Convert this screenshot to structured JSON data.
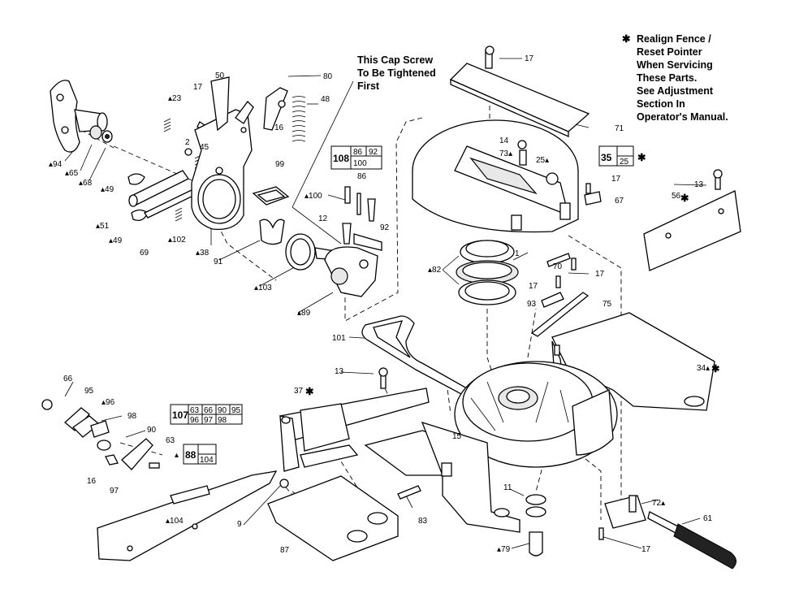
{
  "notes": {
    "asterisk": "✱",
    "realign": [
      "Realign Fence /",
      "Reset Pointer",
      "When Servicing",
      "These Parts.",
      "See Adjustment",
      "Section In",
      "Operator's Manual."
    ],
    "cap_screw": [
      "This Cap Screw",
      "To Be Tightened",
      "First"
    ]
  },
  "labels": {
    "p94": "▴94",
    "p65": "▴65",
    "p68": "▴68",
    "p49a": "▴49",
    "p51": "▴51",
    "p49b": "▴49",
    "p69": "69",
    "p102": "▴102",
    "p38": "▴38",
    "p23": "▴23",
    "p17a": "17",
    "p2": "2",
    "p45": "45",
    "p50": "50",
    "p80": "80",
    "p16a": "16",
    "p48": "48",
    "p99": "99",
    "p91": "91",
    "p103": "▴103",
    "p89": "▴89",
    "p100": "▴100",
    "p86": "86",
    "p12": "12",
    "p92": "92",
    "p17b": "17",
    "p71": "71",
    "p14": "14",
    "p73": "73▴",
    "p25": "25▴",
    "p17c": "17",
    "p67": "67",
    "p13a": "13",
    "p56": "56",
    "p1": "1",
    "p82": "▴82",
    "p70": "70",
    "p17d": "17",
    "p17e": "17",
    "p93": "93",
    "p75": "75",
    "p101": "101",
    "p13b": "13",
    "p34": "34▴",
    "p37": "37",
    "p66": "66",
    "p95": "95",
    "p96": "▴96",
    "p98": "98",
    "p90": "90",
    "p63": "63",
    "p16b": "16",
    "p97": "97",
    "p104": "▴104",
    "p9": "9",
    "p87": "87",
    "p83": "83",
    "p15": "15",
    "p11": "11",
    "p79": "▴79",
    "p72": "72▴",
    "p61": "61",
    "p17f": "17"
  },
  "kits": {
    "k108": {
      "id": "108",
      "row1": [
        "86",
        "92"
      ],
      "row2": [
        "100"
      ]
    },
    "k35": {
      "id": "35",
      "sub": "25"
    },
    "k107": {
      "id": "107",
      "row1": [
        "63",
        "66",
        "90",
        "95"
      ],
      "row2": [
        "96",
        "97",
        "98"
      ]
    },
    "k88": {
      "id": "88",
      "sub": "104"
    }
  }
}
